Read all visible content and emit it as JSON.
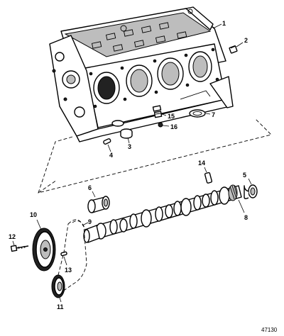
{
  "callouts": {
    "c1": "1",
    "c2": "2",
    "c3": "3",
    "c4": "4",
    "c5": "5",
    "c6": "6",
    "c7": "7",
    "c8": "8",
    "c9": "9",
    "c10": "10",
    "c11": "11",
    "c12": "12",
    "c13": "13",
    "c14": "14",
    "c15": "15",
    "c16": "16"
  },
  "document_number": "47130"
}
